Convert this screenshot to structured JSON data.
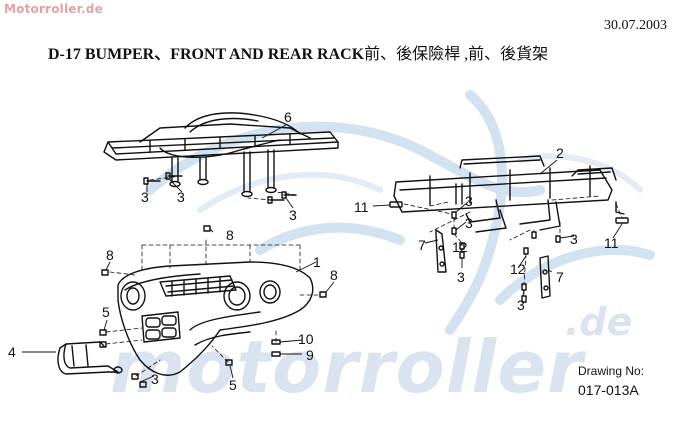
{
  "watermark_top": "Motorroller.de",
  "date": "30.07.2003",
  "title": {
    "text": "D-17 BUMPER、FRONT AND REAR RACK",
    "zh": "前、後保險桿 ,前、後貨架"
  },
  "watermark_big": "motorroller",
  "watermark_de": ".de",
  "drawing": {
    "label": "Drawing No:",
    "code": "017-013A"
  },
  "callouts": {
    "c6": "6",
    "c3a": "3",
    "c3b": "3",
    "c3c": "3",
    "c2": "2",
    "c11a": "11",
    "c3d": "3",
    "c3e": "3",
    "c11b": "11",
    "c7a": "7",
    "c12a": "12",
    "c3f": "3",
    "c12b": "12",
    "c7b": "7",
    "c3g": "3",
    "c8a": "8",
    "c8b": "8",
    "c1": "1",
    "c8c": "8",
    "c5a": "5",
    "c4": "4",
    "c3h": "3",
    "c5b": "5",
    "c10": "10",
    "c9": "9"
  }
}
